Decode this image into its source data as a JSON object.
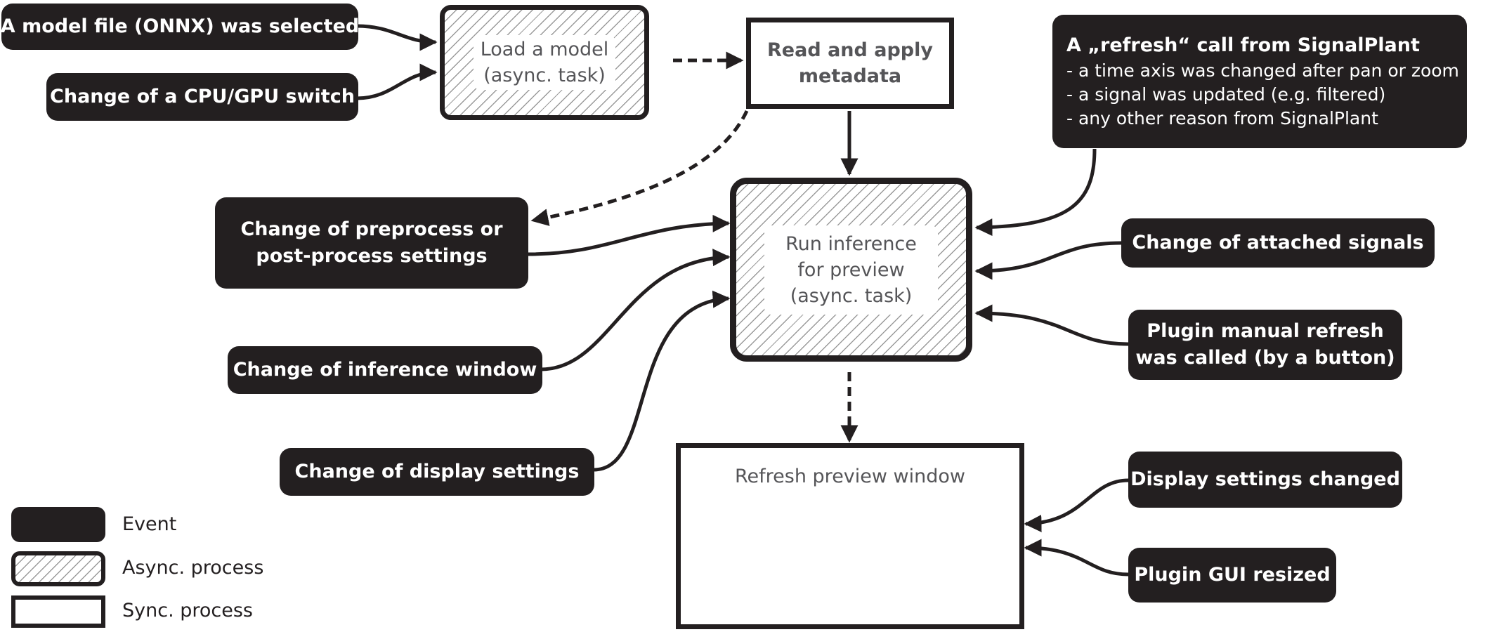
{
  "events": {
    "model_selected": "A model file (ONNX) was selected",
    "cpu_gpu_switch": "Change of a CPU/GPU switch",
    "preprocess_settings": [
      "Change of preprocess or",
      "post-process settings"
    ],
    "inference_window": "Change of inference window",
    "display_settings": "Change of display settings",
    "refresh_call": {
      "title": "A „refresh“ call from SignalPlant",
      "items": [
        "- a time axis was changed after pan or zoom",
        "- a signal was updated (e.g. filtered)",
        "- any other reason from SignalPlant"
      ]
    },
    "attached_signals": "Change of attached signals",
    "manual_refresh": [
      "Plugin manual refresh",
      "was called (by a button)"
    ],
    "display_settings_changed": "Display settings changed",
    "gui_resized": "Plugin GUI resized"
  },
  "processes": {
    "load_model": [
      "Load a model",
      "(async. task)"
    ],
    "read_metadata": [
      "Read and apply",
      "metadata"
    ],
    "run_inference": [
      "Run inference",
      "for preview",
      "(async. task)"
    ],
    "refresh_preview": "Refresh preview window"
  },
  "legend": {
    "event": "Event",
    "async": "Async. process",
    "sync": "Sync. process"
  },
  "colors": {
    "event_fill": "#231f20",
    "stroke": "#231f20",
    "hatch": "#9a9a9a",
    "process_text": "#555558"
  }
}
